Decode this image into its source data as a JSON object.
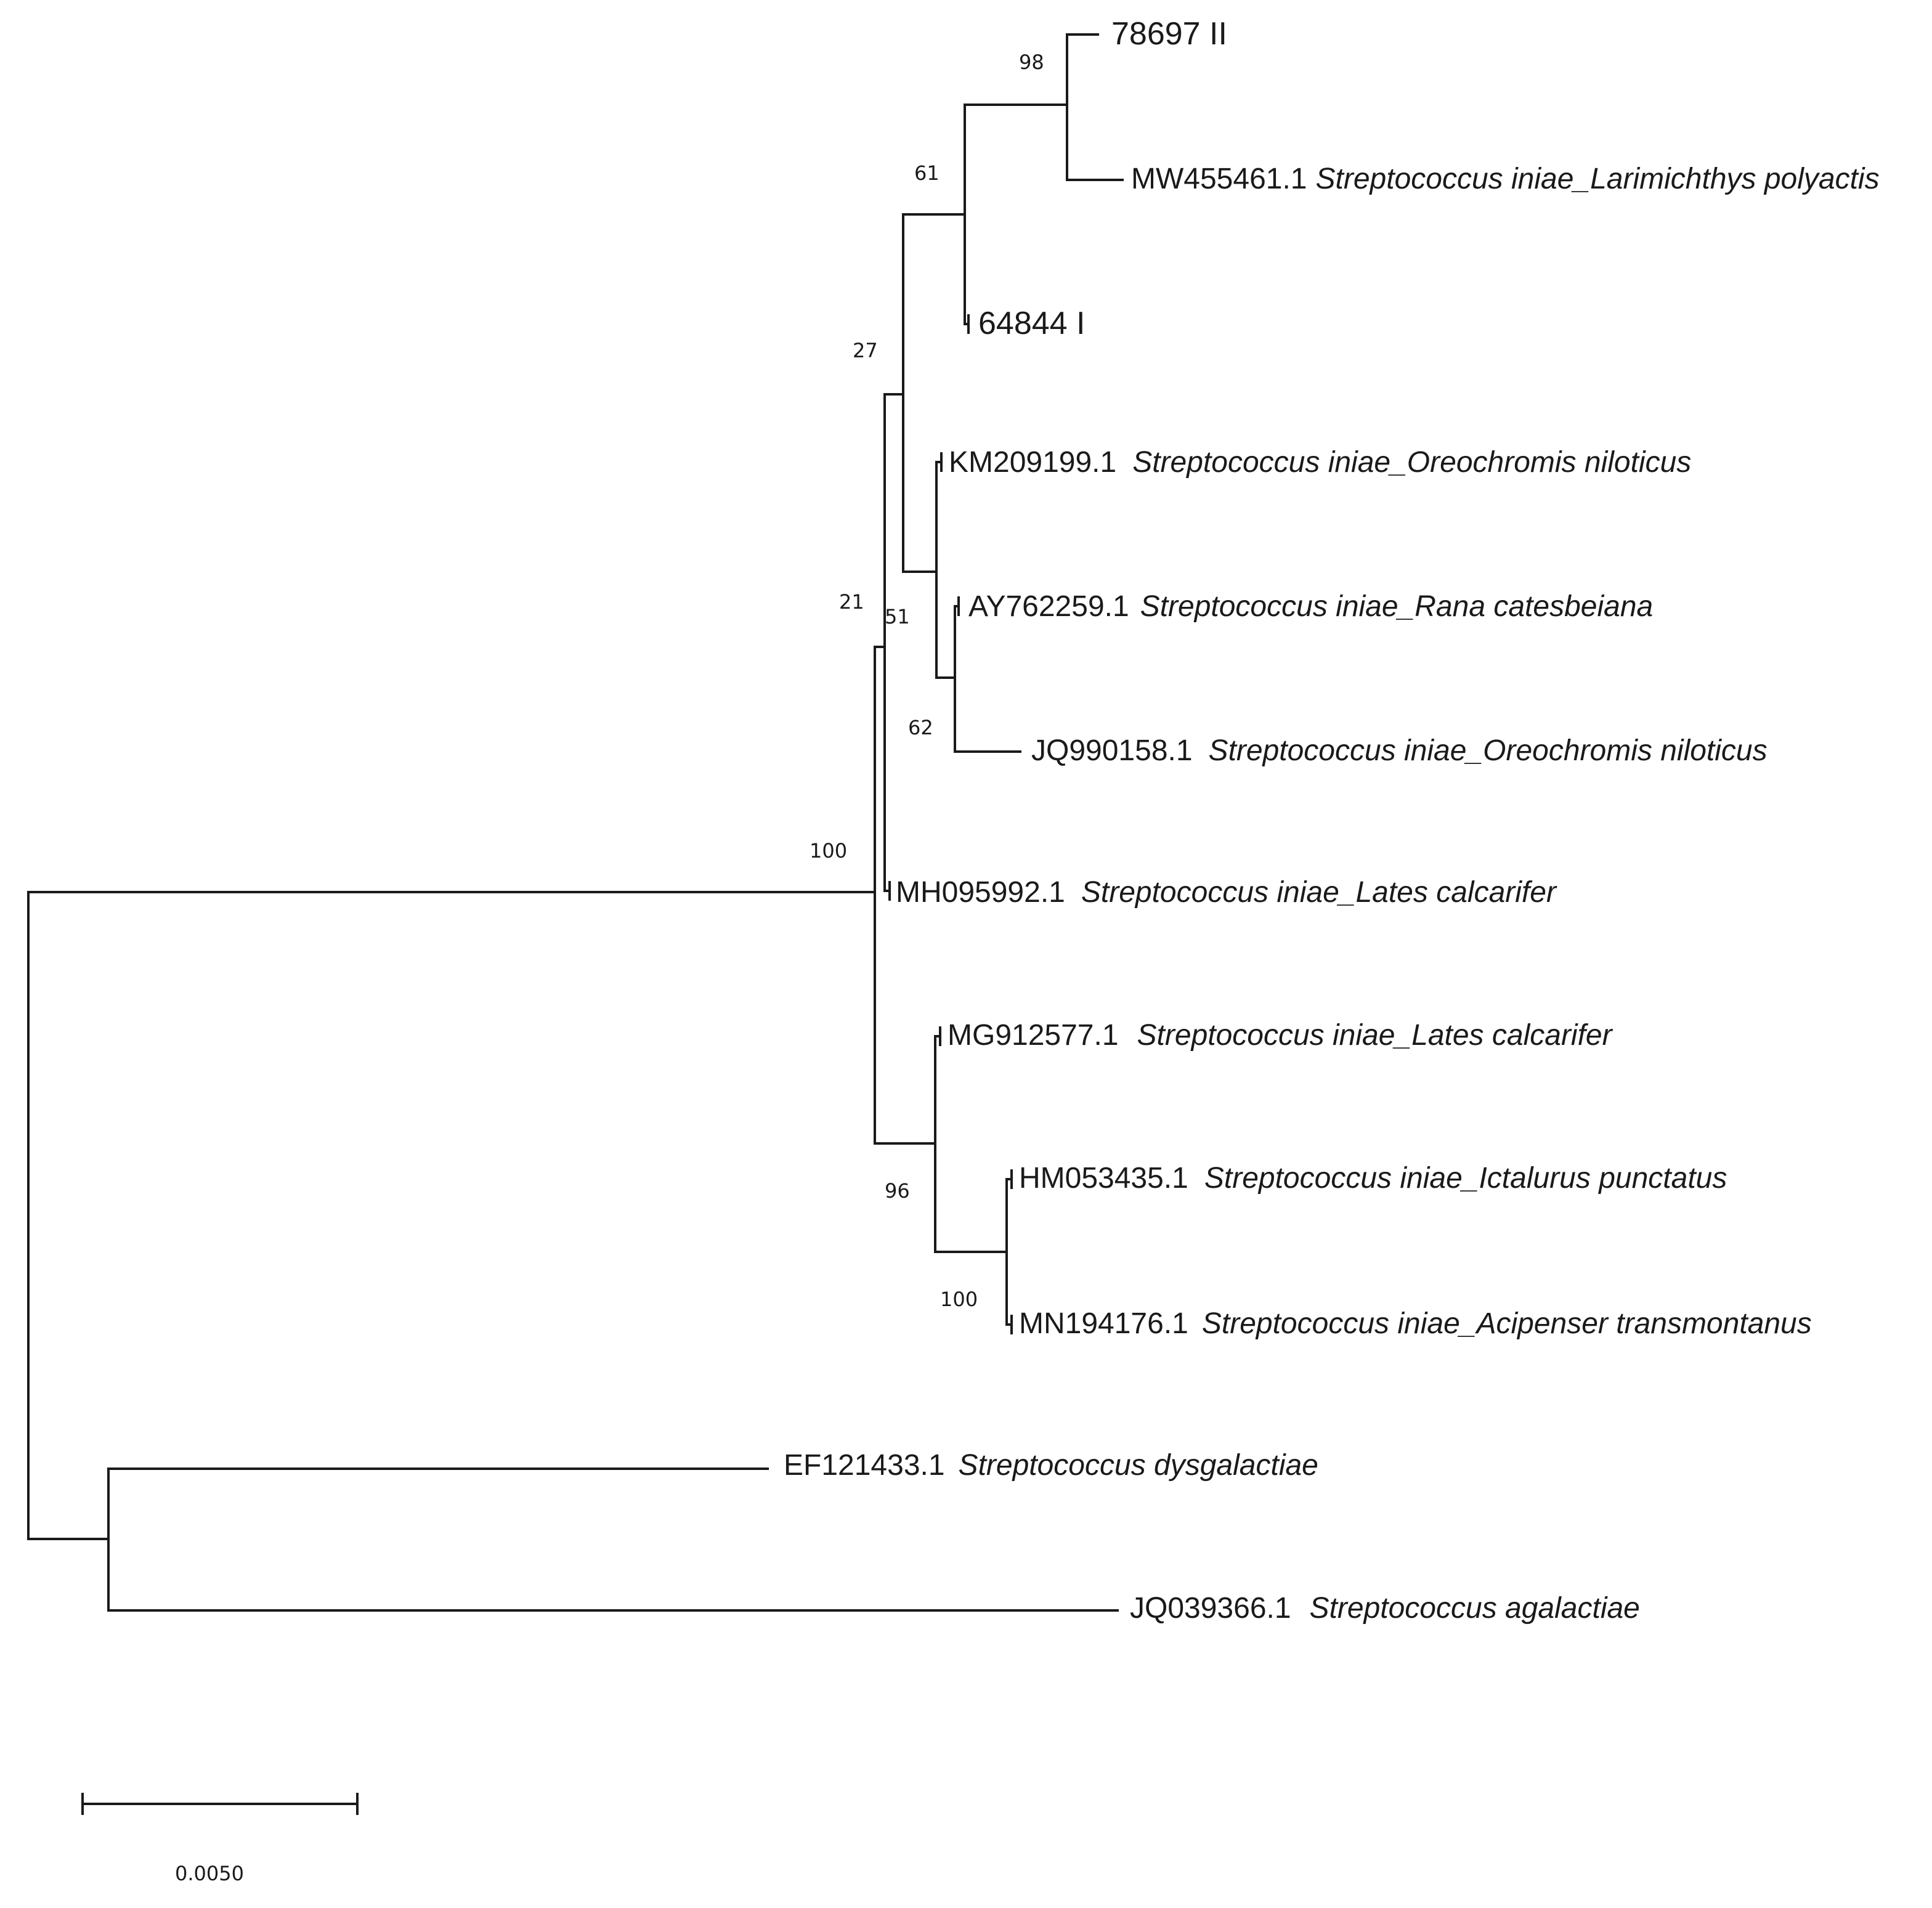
{
  "taxa": [
    {
      "id": "t1",
      "accession": "78697 II",
      "species": ""
    },
    {
      "id": "t2",
      "accession": "MW455461.1",
      "species": "Streptococcus iniae_Larimichthys polyactis"
    },
    {
      "id": "t3",
      "accession": "64844 I",
      "species": ""
    },
    {
      "id": "t4",
      "accession": "KM209199.1",
      "species": "Streptococcus iniae_Oreochromis niloticus"
    },
    {
      "id": "t5",
      "accession": "AY762259.1",
      "species": "Streptococcus iniae_Rana catesbeiana"
    },
    {
      "id": "t6",
      "accession": "JQ990158.1",
      "species": "Streptococcus iniae_Oreochromis niloticus"
    },
    {
      "id": "t7",
      "accession": "MH095992.1",
      "species": "Streptococcus iniae_Lates calcarifer"
    },
    {
      "id": "t8",
      "accession": "MG912577.1",
      "species": "Streptococcus iniae_Lates calcarifer"
    },
    {
      "id": "t9",
      "accession": "HM053435.1",
      "species": "Streptococcus iniae_Ictalurus punctatus"
    },
    {
      "id": "t10",
      "accession": "MN194176.1",
      "species": "Streptococcus iniae_Acipenser transmontanus"
    },
    {
      "id": "t11",
      "accession": "EF121433.1",
      "species": "Streptococcus dysgalactiae"
    },
    {
      "id": "t12",
      "accession": "JQ039366.1",
      "species": "Streptococcus agalactiae"
    }
  ],
  "bootstrap_values": {
    "n98": "98",
    "n61": "61",
    "n27": "27",
    "n21": "21",
    "n51": "51",
    "n62": "62",
    "n100a": "100",
    "n96": "96",
    "n100b": "100"
  },
  "scale_bar": {
    "label": "0.0050"
  },
  "colors": {
    "line": "#1a1a1a",
    "background": "#ffffff"
  }
}
